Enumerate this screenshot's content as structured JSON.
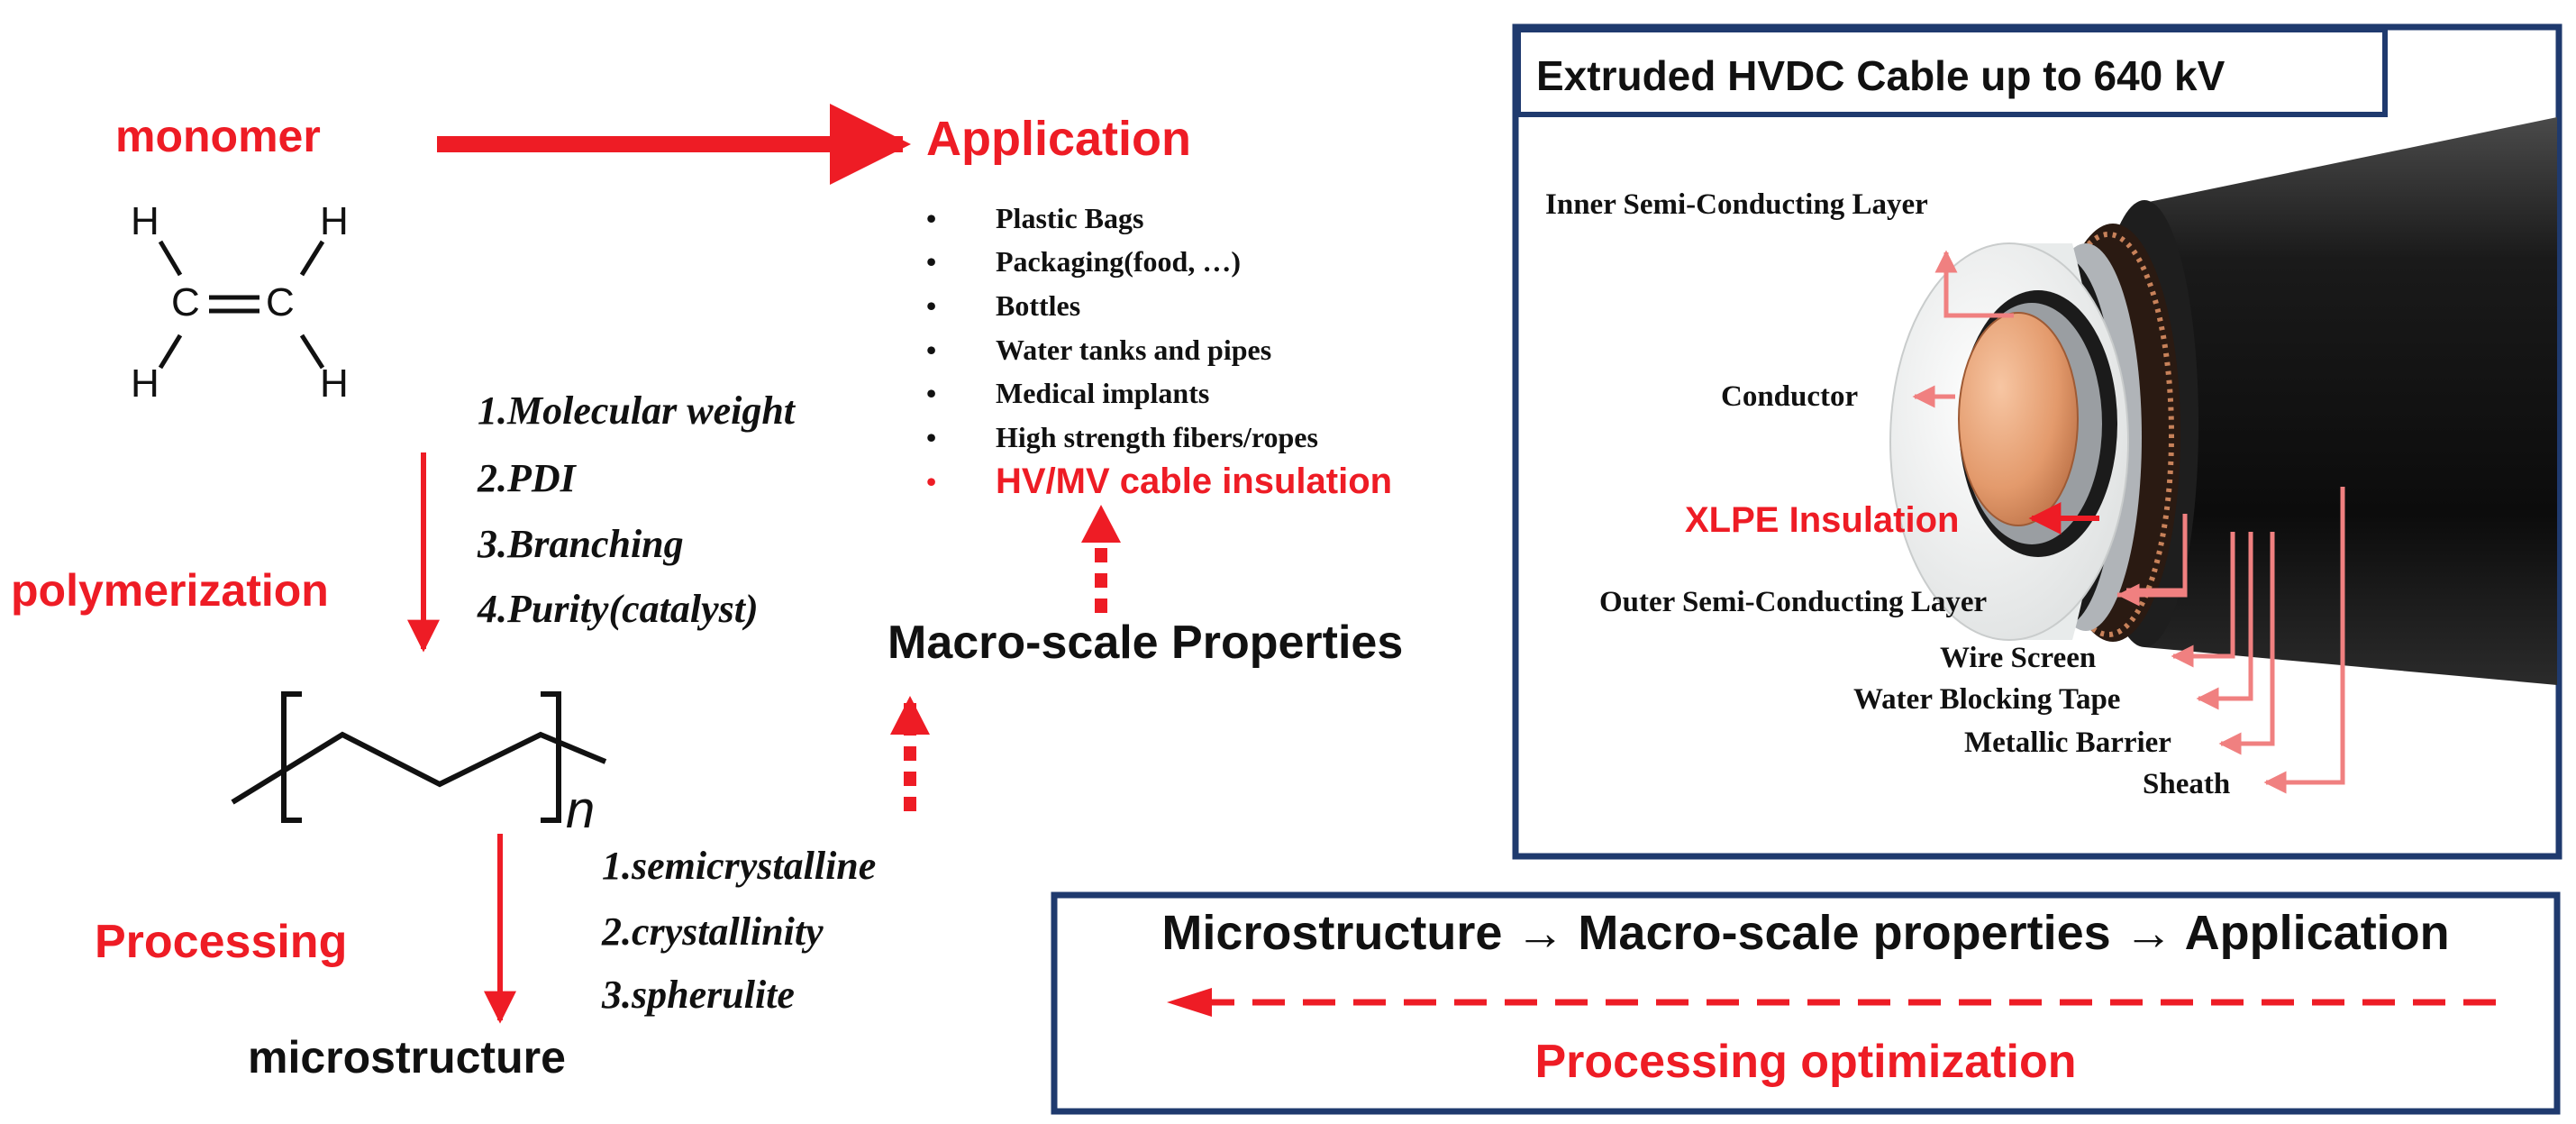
{
  "colors": {
    "red": "#ee1c25",
    "salmon": "#f08080",
    "navy": "#1f3a6e",
    "black": "#111111",
    "copper": "#e39a6c"
  },
  "left_flow": {
    "monomer": "monomer",
    "application": "Application",
    "polymerization": "polymerization",
    "processing": "Processing",
    "microstructure": "microstructure",
    "macro": "Macro-scale Properties",
    "polymer_subscript": "n",
    "atoms": {
      "h": "H",
      "c": "C"
    }
  },
  "factors": [
    "1.Molecular weight",
    "2.PDI",
    "3.Branching",
    "4.Purity(catalyst)"
  ],
  "micro_factors": [
    "1.semicrystalline",
    "2.crystallinity",
    "3.spherulite"
  ],
  "applications": {
    "bullet": "•",
    "items": [
      "Plastic Bags",
      "Packaging(food, …)",
      "Bottles",
      "Water tanks and pipes",
      "Medical implants",
      "High strength fibers/ropes"
    ],
    "highlight": "HV/MV cable insulation"
  },
  "cable_box": {
    "title": "Extruded HVDC Cable up to 640 kV",
    "labels": {
      "inner": "Inner Semi-Conducting Layer",
      "conductor": "Conductor",
      "xlpe": "XLPE Insulation",
      "outer": "Outer Semi-Conducting Layer",
      "wire": "Wire Screen",
      "water": "Water Blocking Tape",
      "metallic": "Metallic Barrier",
      "sheath": "Sheath"
    }
  },
  "summary_box": {
    "line": "Microstructure → Macro-scale properties → Application",
    "optimization": "Processing optimization"
  }
}
